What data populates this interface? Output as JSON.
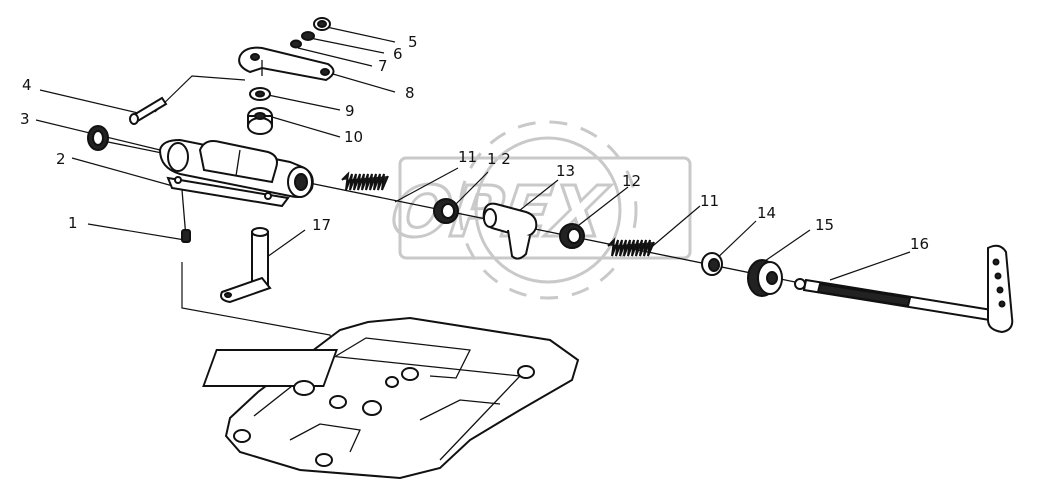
{
  "diagram": {
    "callouts": [
      {
        "id": "c1",
        "label": "1"
      },
      {
        "id": "c2",
        "label": "2"
      },
      {
        "id": "c3",
        "label": "3"
      },
      {
        "id": "c4",
        "label": "4"
      },
      {
        "id": "c5",
        "label": "5"
      },
      {
        "id": "c6",
        "label": "6"
      },
      {
        "id": "c7",
        "label": "7"
      },
      {
        "id": "c8",
        "label": "8"
      },
      {
        "id": "c9",
        "label": "9"
      },
      {
        "id": "c10",
        "label": "10"
      },
      {
        "id": "c11a",
        "label": "11"
      },
      {
        "id": "c12a",
        "label": "1 2"
      },
      {
        "id": "c13",
        "label": "13"
      },
      {
        "id": "c12b",
        "label": "12"
      },
      {
        "id": "c11b",
        "label": "11"
      },
      {
        "id": "c14",
        "label": "14"
      },
      {
        "id": "c15",
        "label": "15"
      },
      {
        "id": "c16",
        "label": "16"
      },
      {
        "id": "c17",
        "label": "17"
      }
    ],
    "watermark": {
      "text": "OPEX"
    }
  }
}
